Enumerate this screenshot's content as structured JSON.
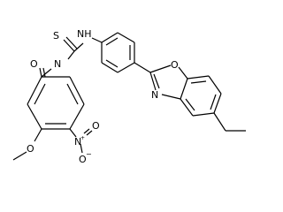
{
  "structure": {
    "atoms": {
      "o_carbonyl": "O",
      "n_amide": "N",
      "s_thio": "S",
      "n_amine": "NH",
      "o_oxazole": "O",
      "n_oxazole": "N",
      "n_nitro": "N",
      "n_nitro_charge": "+",
      "o_nitro_top": "O",
      "o_nitro_bottom": "O",
      "o_nitro_charge": "−",
      "o_methoxy": "O"
    }
  }
}
